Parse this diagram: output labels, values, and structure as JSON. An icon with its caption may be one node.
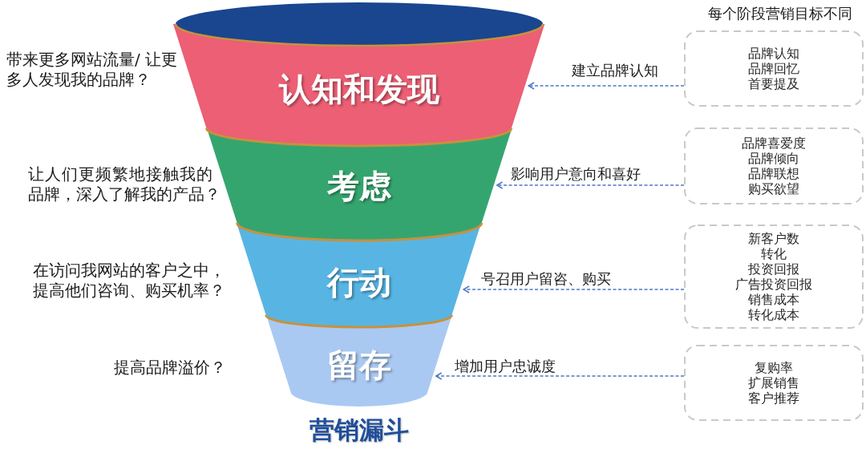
{
  "diagram": {
    "caption": "营销漏斗",
    "nodes": [
      {
        "text": [
          "认知和发现"
        ],
        "beside": [
          "带来更多网站流量/ 让更多人发现我的品牌？"
        ]
      },
      {
        "text": [
          "考虑"
        ],
        "beside": [
          "让人们更频繁地接触我的品牌，深入了解我的产品？"
        ]
      },
      {
        "text": [
          "行动"
        ],
        "beside": [
          "在访问我网站的客户之中，提高他们咨询、购买机率？"
        ]
      },
      {
        "text": [
          "留存"
        ],
        "beside": [
          "提高品牌溢价？"
        ]
      },
      {
        "text": [
          "品牌认知",
          "品牌回忆",
          "首要提及"
        ]
      },
      {
        "text": [
          "品牌喜爱度",
          "品牌倾向",
          "品牌联想",
          "购买欲望"
        ]
      },
      {
        "text": [
          "新客户数",
          "转化",
          "投资回报",
          "广告投资回报",
          "销售成本",
          "转化成本"
        ]
      },
      {
        "text": [
          "复购率",
          "扩展销售",
          "客户推荐"
        ]
      }
    ],
    "edges": [
      {
        "from": 4,
        "to": 0,
        "arrow": "to",
        "label": "建立品牌认知",
        "style": "dashed"
      },
      {
        "from": 5,
        "to": 1,
        "arrow": "to",
        "label": "影响用户意向和喜好",
        "style": "dashed"
      },
      {
        "from": 6,
        "to": 2,
        "arrow": "to",
        "label": "号召用户留咨、购买",
        "style": "dashed"
      },
      {
        "from": 7,
        "to": 3,
        "arrow": "to",
        "label": "增加用户忠诚度",
        "style": "dashed"
      }
    ],
    "labels": [
      "每个阶段营销目标不同"
    ]
  }
}
